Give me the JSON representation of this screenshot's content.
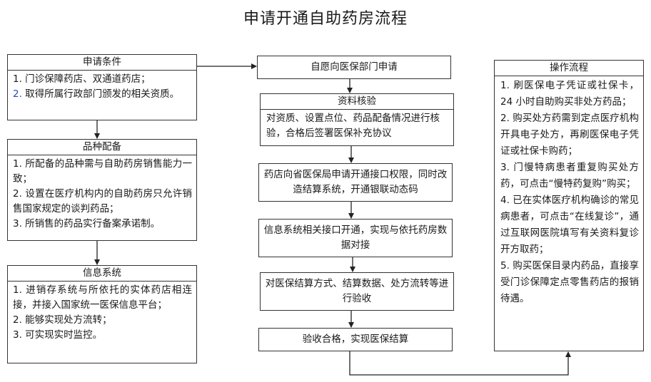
{
  "title": "申请开通自助药房流程",
  "left": {
    "conditions": {
      "heading": "申请条件",
      "items": [
        "1. 门诊保障药店、双通道药店；",
        "2. 取得所属行政部门颁发的相关资质。"
      ]
    },
    "varieties": {
      "heading": "品种配备",
      "items": [
        "1. 所配备的品种需与自助药房销售能力一致；",
        "2. 设置在医疗机构内的自助药房只允许销售国家规定的谈判药品；",
        "3. 所销售的药品实行备案承诺制。"
      ]
    },
    "system": {
      "heading": "信息系统",
      "items": [
        "1. 进销存系统与所依托的实体药店相连接，并接入国家统一医保信息平台；",
        "2. 能够实现处方流转；",
        "3. 可实现实时监控。"
      ]
    }
  },
  "center": {
    "apply": "自愿向医保部门申请",
    "review": {
      "heading": "资料核验",
      "text": "对资质、设置点位、药品配备情况进行核验，合格后签署医保补充协议"
    },
    "interface_apply": "药店向省医保局申请开通接口权限，同时改造结算系统，开通银联动态码",
    "interface_open": "信息系统相关接口开通，实现与依托药房数据对接",
    "acceptance": "对医保结算方式、结算数据、处方流转等进行验收",
    "done": "验收合格，实现医保结算"
  },
  "right": {
    "heading": "操作流程",
    "items": [
      "1. 刷医保电子凭证或社保卡，24 小时自助购买非处方药品；",
      "2. 购买处方药需到定点医疗机构开具电子处方，再刷医保电子凭证或社保卡购药；",
      "3. 门慢特病患者重复购买处方药，可点击“慢特药复购”购买；",
      "4. 已在实体医疗机构确诊的常见病患者，可点击“在线复诊”，通过互联网医院填写有关资料复诊开方取药；",
      "5. 购买医保目录内药品，直接享受门诊保障定点零售药店的报销待遇。"
    ]
  }
}
